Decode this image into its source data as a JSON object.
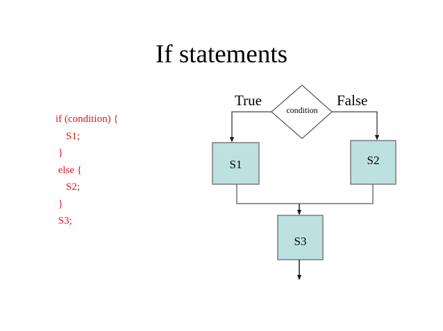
{
  "slide": {
    "title": "If statements",
    "background_color": "#ffffff"
  },
  "code": {
    "color": "#e81313",
    "lines": [
      "if (condition) {",
      "    S1;",
      " }",
      " else {",
      "    S2;",
      " }",
      " S3;"
    ]
  },
  "flowchart": {
    "box_fill": "#bde0e0",
    "box_border": "#808080",
    "line_color": "#404040",
    "decision": {
      "label": "condition",
      "fill": "#ffffff",
      "border": "#404040"
    },
    "branch_labels": {
      "true": "True",
      "false": "False"
    },
    "nodes": [
      {
        "id": "s1",
        "label": "S1"
      },
      {
        "id": "s2",
        "label": "S2"
      },
      {
        "id": "s3",
        "label": "S3"
      }
    ]
  }
}
